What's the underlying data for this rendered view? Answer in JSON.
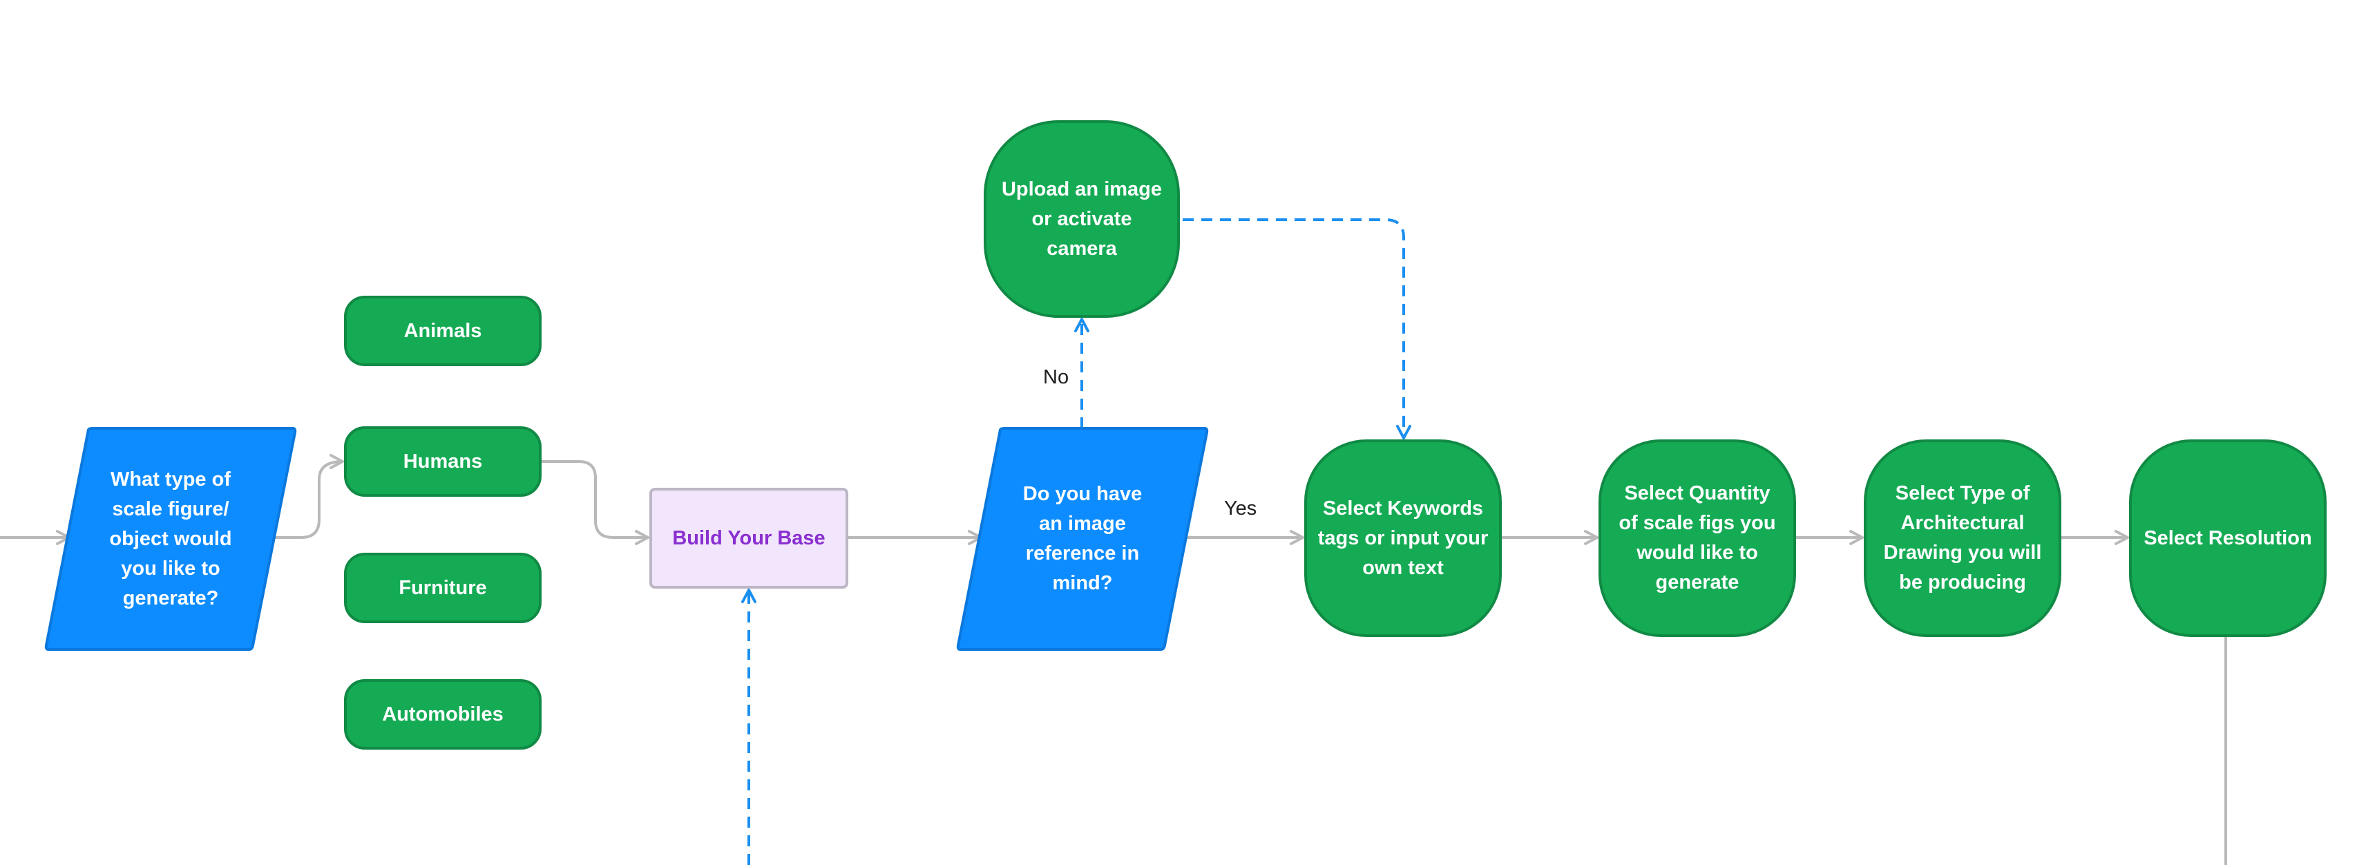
{
  "diagram": {
    "nodes": {
      "what_type": "What type of scale figure/ object would you like to generate?",
      "animals": "Animals",
      "humans": "Humans",
      "furniture": "Furniture",
      "automobiles": "Automobiles",
      "build_base": "Build Your Base",
      "do_you_have": "Do you have an image reference in mind?",
      "upload": "Upload an image or activate camera",
      "select_keywords": "Select Keywords tags or input your own text",
      "select_quantity": "Select Quantity of scale figs you would like to generate",
      "select_type": "Select Type of Architectural Drawing you will be producing",
      "select_resolution": "Select Resolution"
    },
    "edge_labels": {
      "no": "No",
      "yes": "Yes"
    },
    "colors": {
      "process_green": "#15ab55",
      "decision_blue": "#0d8cff",
      "base_fill": "#f1e6fc",
      "base_text": "#8a2fd0",
      "connector_gray": "#b9b9b9",
      "dashed_blue": "#1b8ff0"
    }
  }
}
